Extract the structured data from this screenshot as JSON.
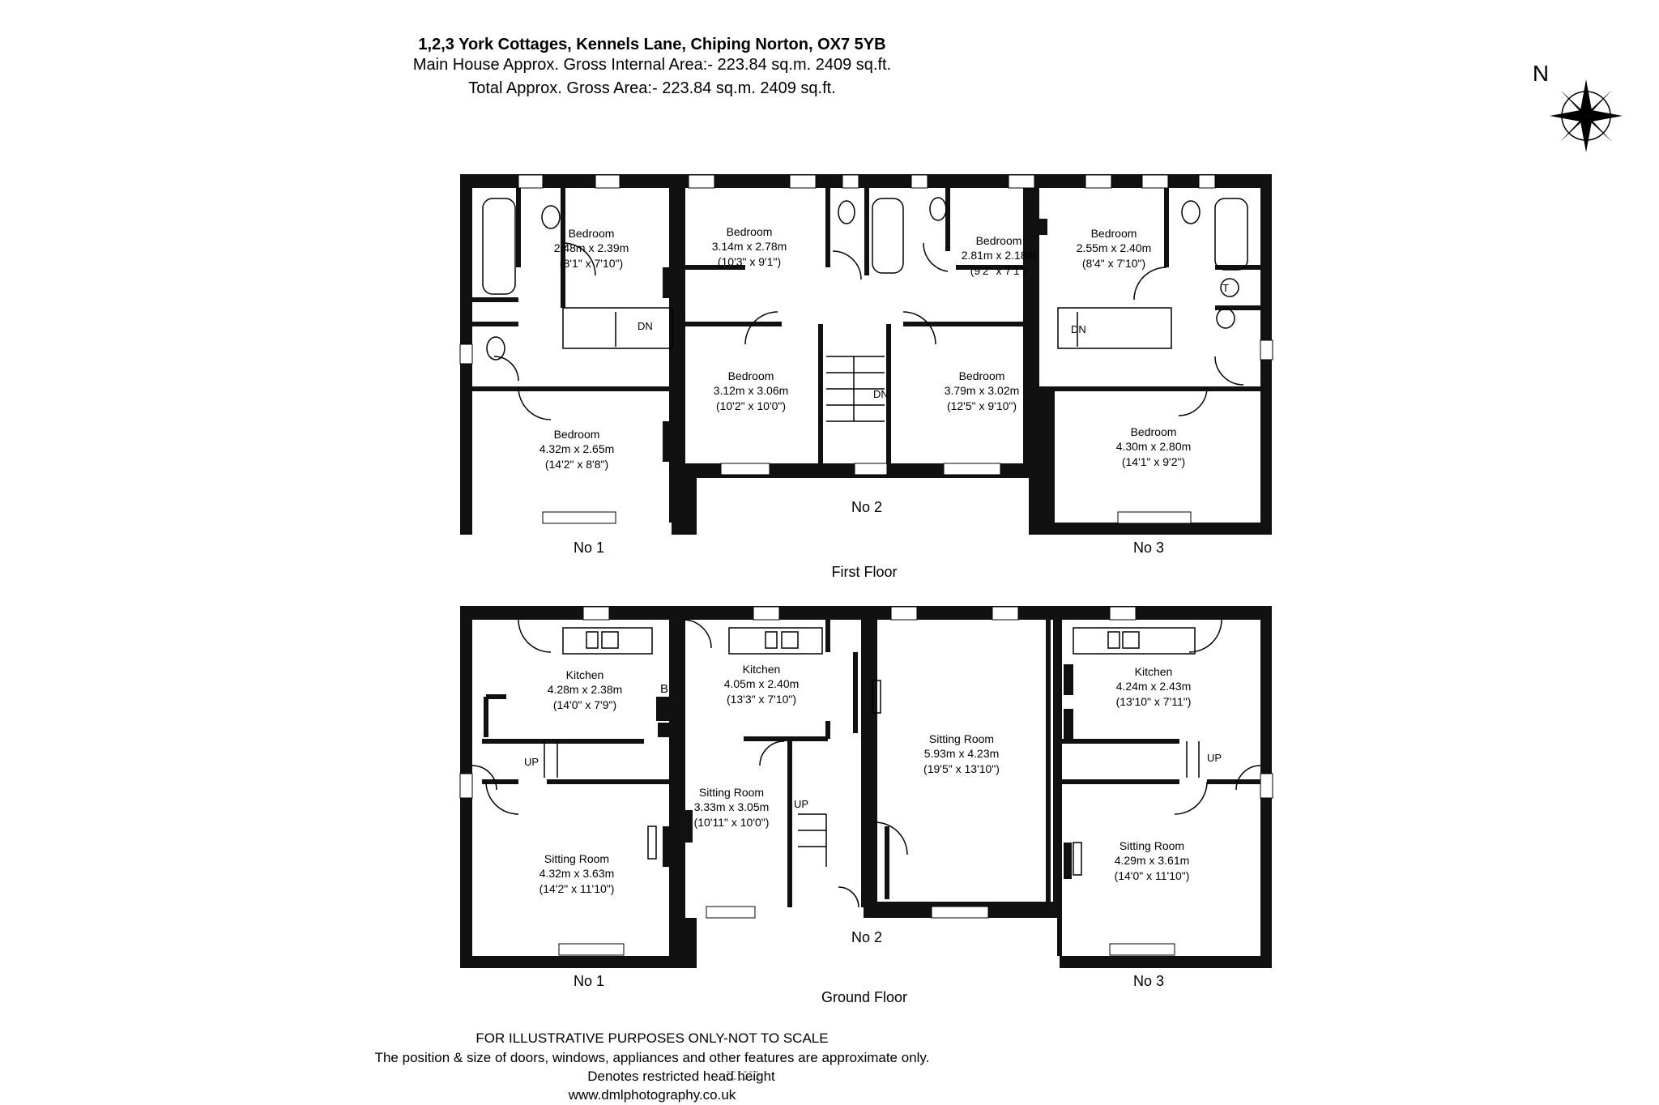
{
  "header": {
    "title": "1,2,3 York Cottages, Kennels Lane, Chiping Norton, OX7 5YB",
    "line1": "Main House Approx. Gross Internal Area:- 223.84 sq.m. 2409 sq.ft.",
    "line2": "Total Approx. Gross Area:- 223.84 sq.m. 2409 sq.ft."
  },
  "compass": {
    "label": "N"
  },
  "floors": {
    "first": "First Floor",
    "ground": "Ground Floor"
  },
  "units": {
    "no1": "No 1",
    "no2": "No 2",
    "no3": "No 3"
  },
  "markers": {
    "down": "DN",
    "up": "UP",
    "boiler": "B",
    "tank": "T"
  },
  "rooms": {
    "ff_bed1": {
      "name": "Bedroom",
      "metric": "2.48m x 2.39m",
      "imperial": "(8'1\" x 7'10\")"
    },
    "ff_bed2": {
      "name": "Bedroom",
      "metric": "3.14m x 2.78m",
      "imperial": "(10'3\" x 9'1\")"
    },
    "ff_bed3": {
      "name": "Bedroom",
      "metric": "2.81m x 2.18m",
      "imperial": "(9'2\" x 7'1\")"
    },
    "ff_bed4": {
      "name": "Bedroom",
      "metric": "2.55m x 2.40m",
      "imperial": "(8'4\" x 7'10\")"
    },
    "ff_bed5": {
      "name": "Bedroom",
      "metric": "3.12m x 3.06m",
      "imperial": "(10'2\" x 10'0\")"
    },
    "ff_bed6": {
      "name": "Bedroom",
      "metric": "3.79m x 3.02m",
      "imperial": "(12'5\" x 9'10\")"
    },
    "ff_bed7": {
      "name": "Bedroom",
      "metric": "4.32m x 2.65m",
      "imperial": "(14'2\" x 8'8\")"
    },
    "ff_bed8": {
      "name": "Bedroom",
      "metric": "4.30m x 2.80m",
      "imperial": "(14'1\" x 9'2\")"
    },
    "gf_kit1": {
      "name": "Kitchen",
      "metric": "4.28m x 2.38m",
      "imperial": "(14'0\" x 7'9\")"
    },
    "gf_kit2": {
      "name": "Kitchen",
      "metric": "4.05m x 2.40m",
      "imperial": "(13'3\" x 7'10\")"
    },
    "gf_kit3": {
      "name": "Kitchen",
      "metric": "4.24m x 2.43m",
      "imperial": "(13'10\" x 7'11\")"
    },
    "gf_sit2": {
      "name": "Sitting Room",
      "metric": "3.33m x 3.05m",
      "imperial": "(10'11\" x 10'0\")"
    },
    "gf_sitbig": {
      "name": "Sitting Room",
      "metric": "5.93m x 4.23m",
      "imperial": "(19'5\" x 13'10\")"
    },
    "gf_sit1": {
      "name": "Sitting Room",
      "metric": "4.32m x 3.63m",
      "imperial": "(14'2\" x 11'10\")"
    },
    "gf_sit3": {
      "name": "Sitting Room",
      "metric": "4.29m x 3.61m",
      "imperial": "(14'0\" x 11'10\")"
    }
  },
  "footer": {
    "line1": "FOR ILLUSTRATIVE PURPOSES ONLY-NOT TO SCALE",
    "line2": "The position & size of doors, windows, appliances and other features are approximate only.",
    "line3": "Denotes restricted head height",
    "line4": "www.dmlphotography.co.uk"
  }
}
